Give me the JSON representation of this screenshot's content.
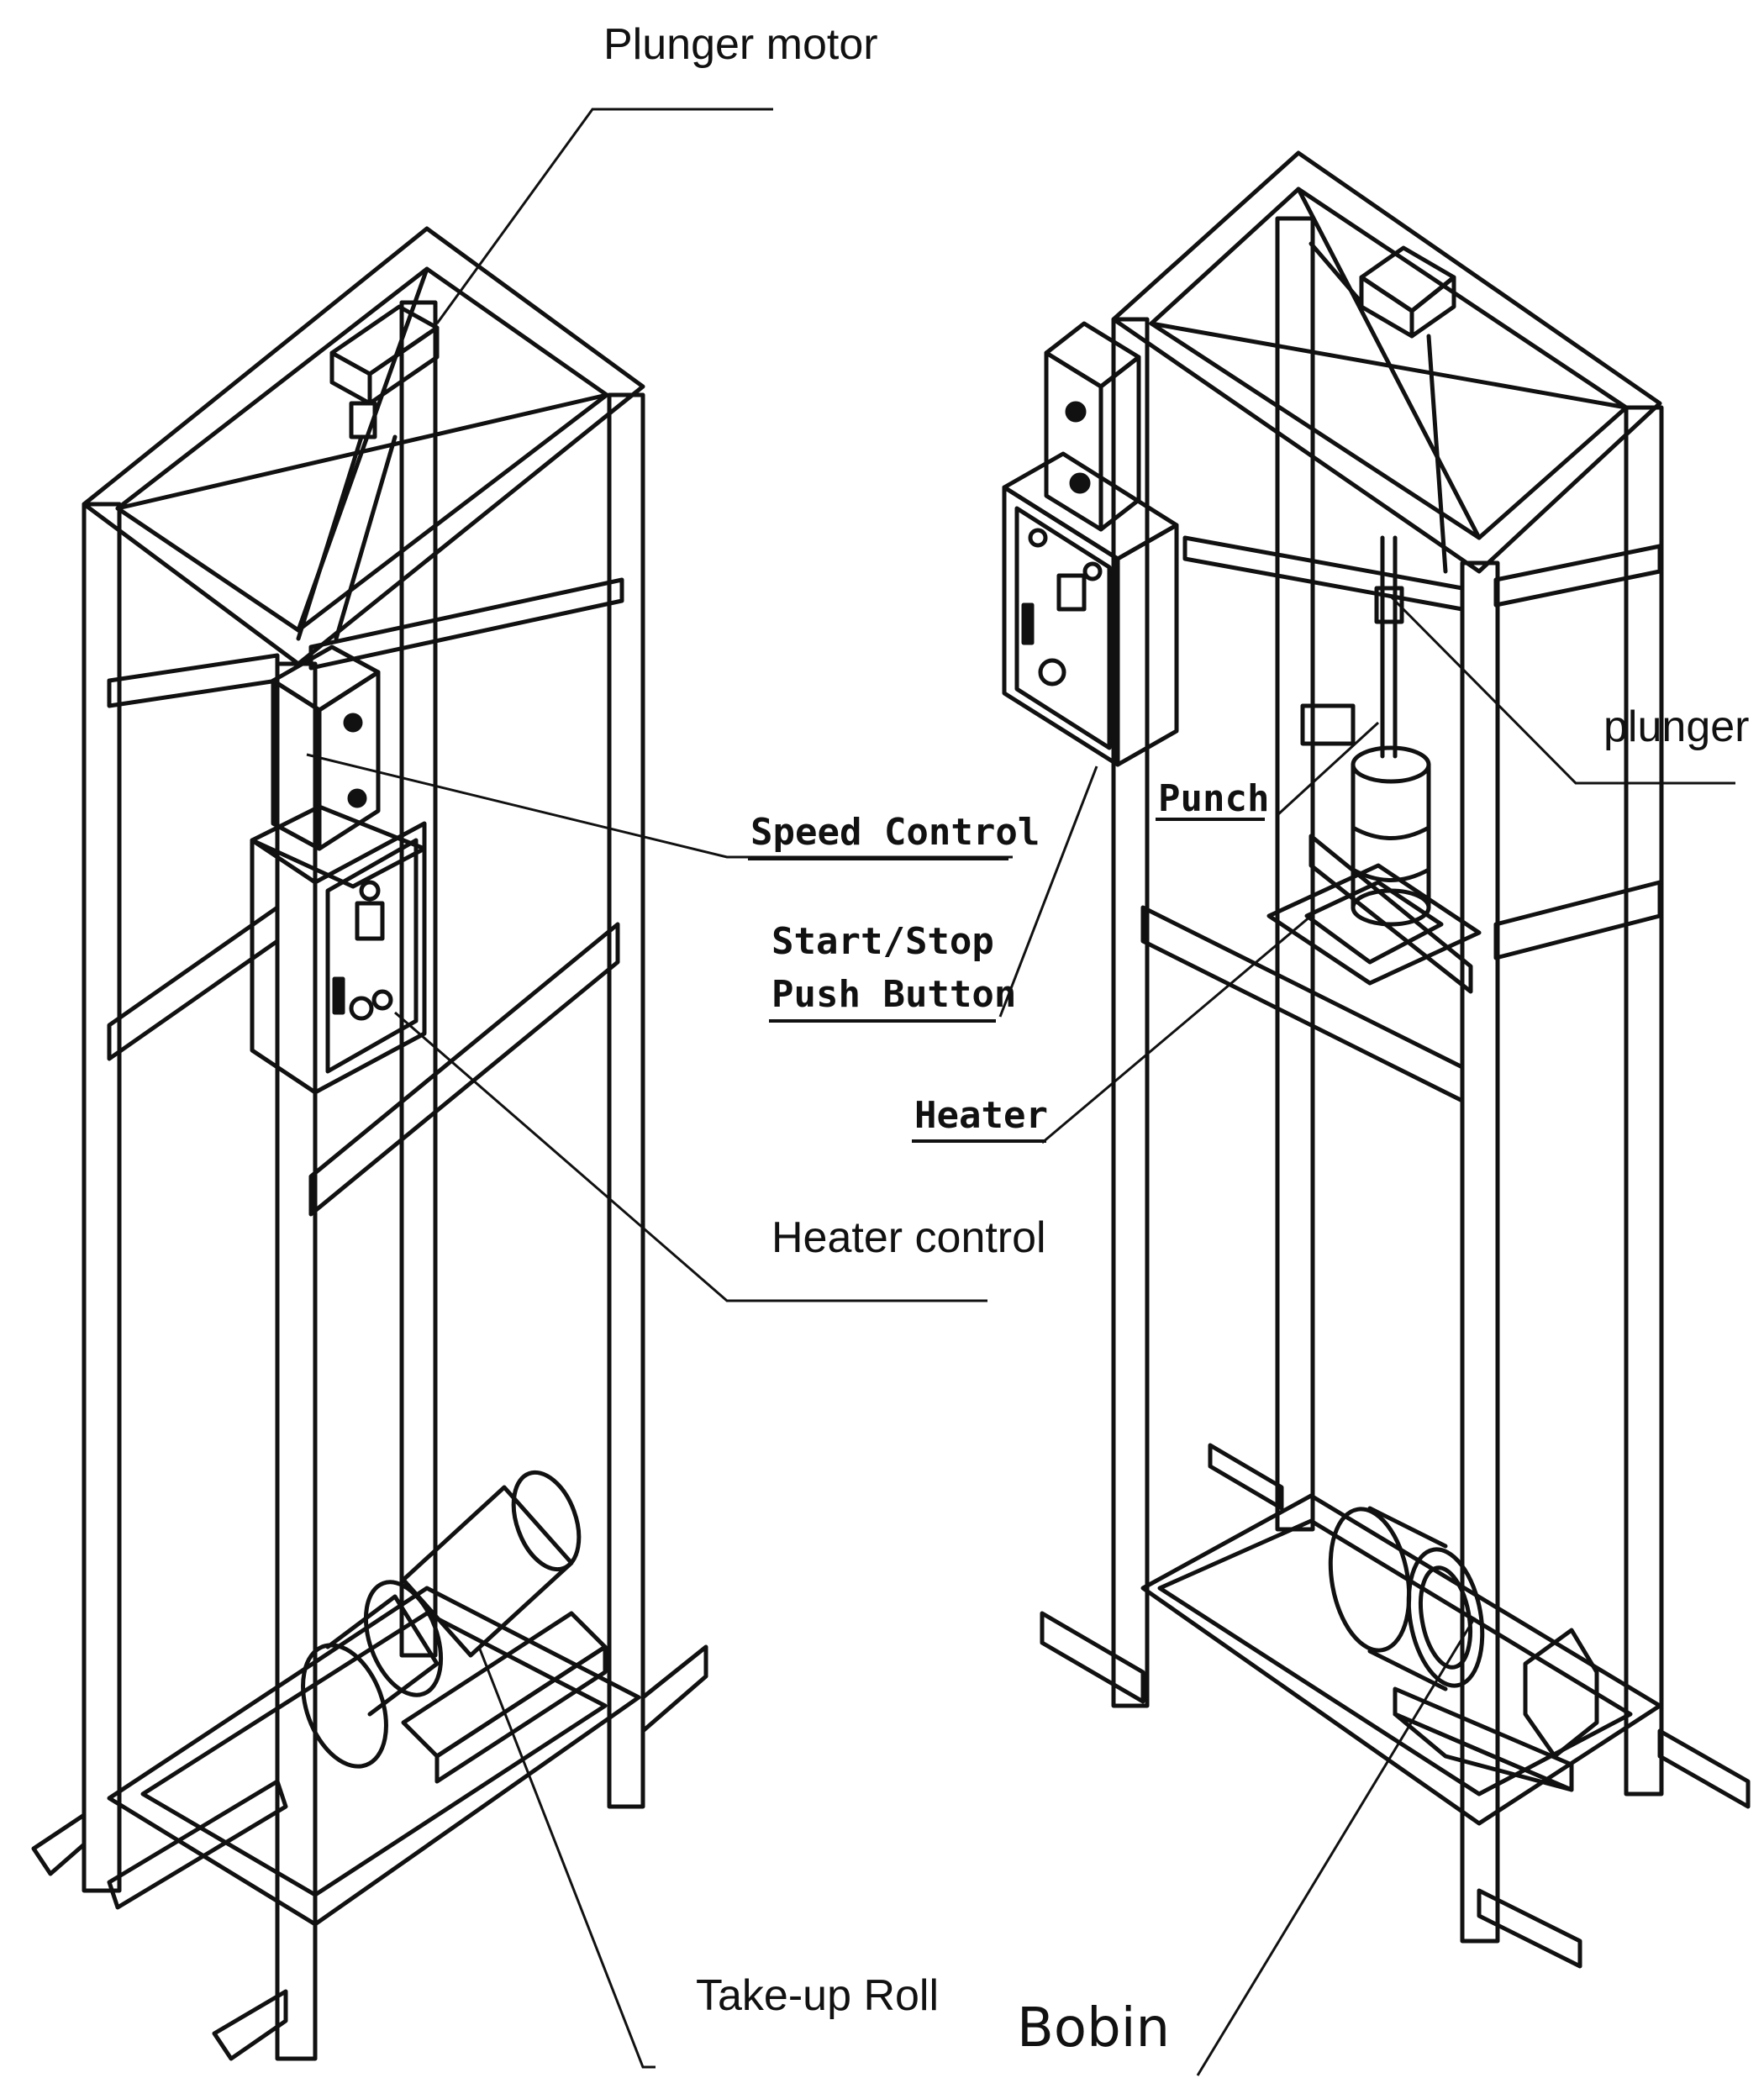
{
  "labels": {
    "plunger_motor": "Plunger motor",
    "speed_control": "Speed Control",
    "start_stop_line1": "Start/Stop",
    "start_stop_line2": "Push Button",
    "heater_control": "Heater control",
    "take_up_roll": "Take-up Roll",
    "plunger": "plunger",
    "punch": "Punch",
    "heater": "Heater",
    "bobin": "Bobin"
  }
}
